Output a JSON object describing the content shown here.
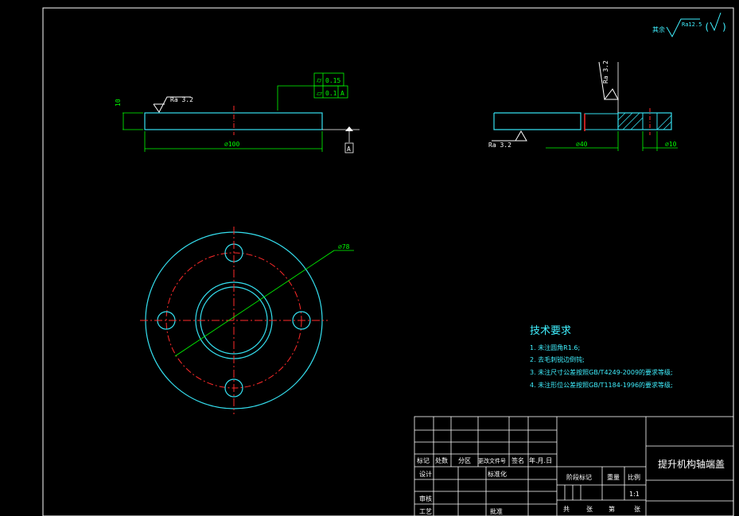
{
  "colors": {
    "background": "#000000",
    "border": "#ffffff",
    "part": "#35e0f0",
    "dimension": "#00ff00",
    "center": "#ff2a2a",
    "note": "#40f0ff",
    "titleblock": "#ffffff",
    "annotation": "#ffffff"
  },
  "top_right": {
    "rest_label": "其余",
    "ra_label": "Ra12.5",
    "bracket_open": "(",
    "bracket_close": ")"
  },
  "front_view": {
    "height_dim": "10",
    "ra_label": "Ra 3.2",
    "tol_row1_sym": "⌭",
    "tol_row1_val": "0.15",
    "tol_row2_sym": "⏥",
    "tol_row2_val": "0.1",
    "tol_row2_ref": "A",
    "width_dim": "∅100",
    "datum": "A"
  },
  "section_view": {
    "ra_top": "Ra 3.2",
    "ra_bottom": "Ra 3.2",
    "bore_dim": "∅40",
    "hole_dim": "∅10"
  },
  "plan_view": {
    "pcd_dim": "∅78"
  },
  "notes": {
    "title": "技术要求",
    "lines": [
      "1. 未注圆角R1.6;",
      "2. 去毛刺锐边倒钝;",
      "3. 未注尺寸公差按照GB/T4249-2009的要求等级;",
      "4. 未注形位公差按照GB/T1184-1996的要求等级;"
    ]
  },
  "titleblock": {
    "header_cols": [
      "标记",
      "处数",
      "分区",
      "更改文件号",
      "签名",
      "年.月.日"
    ],
    "design": "设计",
    "standardize": "标准化",
    "review": "审核",
    "process": "工艺",
    "approve": "批准",
    "stage_mark": "阶段标记",
    "weight": "重量",
    "scale": "比例",
    "scale_value": "1:1",
    "total_sheets": "共",
    "sheets": "张",
    "sheet_no": "第",
    "sheet_unit": "张",
    "part_name": "提升机构轴端盖"
  }
}
